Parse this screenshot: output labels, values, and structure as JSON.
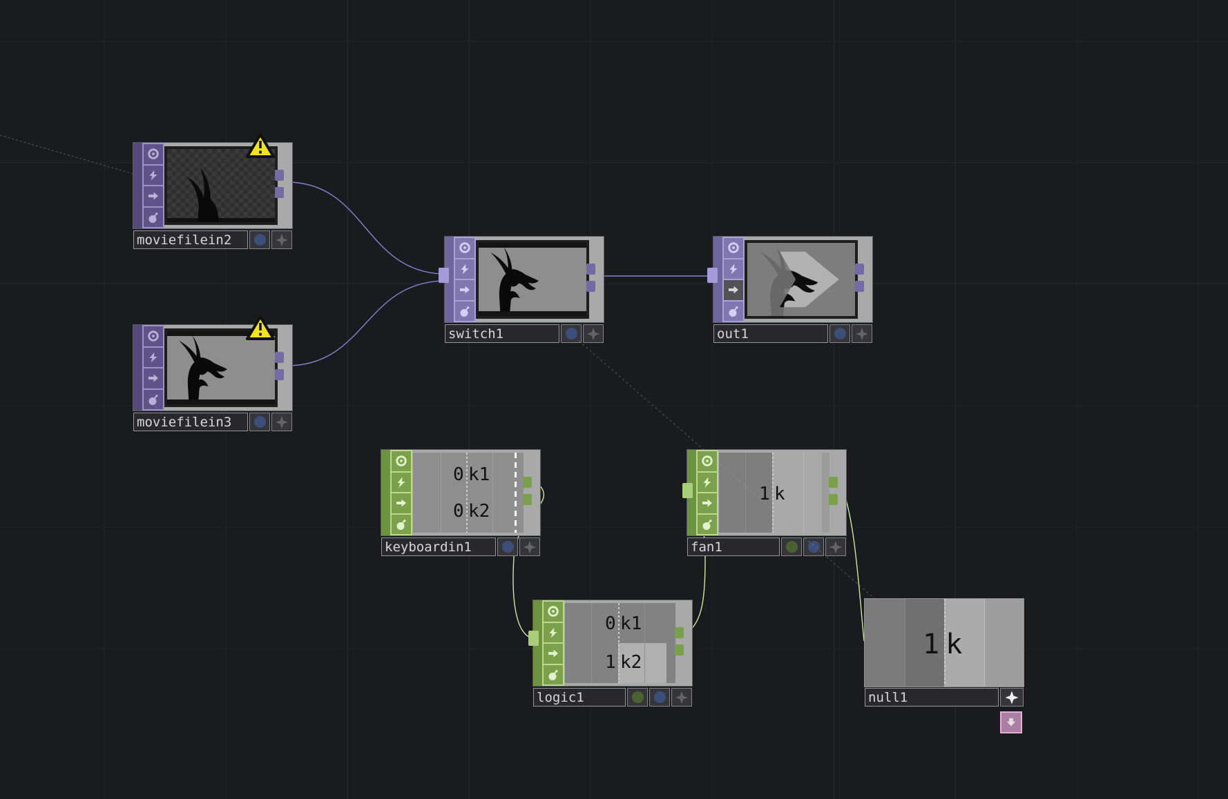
{
  "editor": {
    "description": "TouchDesigner network editor"
  },
  "colors": {
    "background": "#191b1f",
    "grid_line": "#22252b",
    "top_family_dark": "#5e5488",
    "top_family_light": "#8177b0",
    "chop_family": "#7ba14c",
    "top_wire": "#8b7fd0",
    "chop_wire": "#cfe9a3",
    "reference_link": "#9aa3b2",
    "warning_yellow": "#f2e41c",
    "viewer_gray": "#8e8e8e",
    "flag_blue": "#3c4e7a",
    "flag_green": "#4a6132",
    "pink_button": "#ab7fa2"
  },
  "nodes": {
    "moviefilein2": {
      "label": "moviefilein2",
      "family": "TOP",
      "warning": true
    },
    "moviefilein3": {
      "label": "moviefilein3",
      "family": "TOP",
      "warning": true
    },
    "switch1": {
      "label": "switch1",
      "family": "TOP"
    },
    "out1": {
      "label": "out1",
      "family": "TOP"
    },
    "keyboardin1": {
      "label": "keyboardin1",
      "family": "CHOP",
      "channels": [
        {
          "value": "0",
          "name": "k1"
        },
        {
          "value": "0",
          "name": "k2"
        }
      ]
    },
    "fan1": {
      "label": "fan1",
      "family": "CHOP",
      "channels": [
        {
          "value": "1",
          "name": "k"
        }
      ]
    },
    "logic1": {
      "label": "logic1",
      "family": "CHOP",
      "channels": [
        {
          "value": "0",
          "name": "k1"
        },
        {
          "value": "1",
          "name": "k2"
        }
      ]
    },
    "null1": {
      "label": "null1",
      "family": "CHOP",
      "channels": [
        {
          "value": "1",
          "name": "k"
        }
      ]
    }
  },
  "connections": [
    {
      "from": "moviefilein2",
      "to": "switch1",
      "kind": "TOP-wire"
    },
    {
      "from": "moviefilein3",
      "to": "switch1",
      "kind": "TOP-wire"
    },
    {
      "from": "switch1",
      "to": "out1",
      "kind": "TOP-wire"
    },
    {
      "from": "keyboardin1",
      "to": "logic1",
      "kind": "CHOP-wire"
    },
    {
      "from": "logic1",
      "to": "fan1",
      "kind": "CHOP-wire"
    },
    {
      "from": "fan1",
      "to": "null1",
      "kind": "CHOP-wire"
    },
    {
      "from": "null1",
      "to": "switch1",
      "kind": "parameter-reference-dashed"
    },
    {
      "from": "offscreen-left",
      "to": "moviefilein2",
      "kind": "faint-link"
    }
  ]
}
